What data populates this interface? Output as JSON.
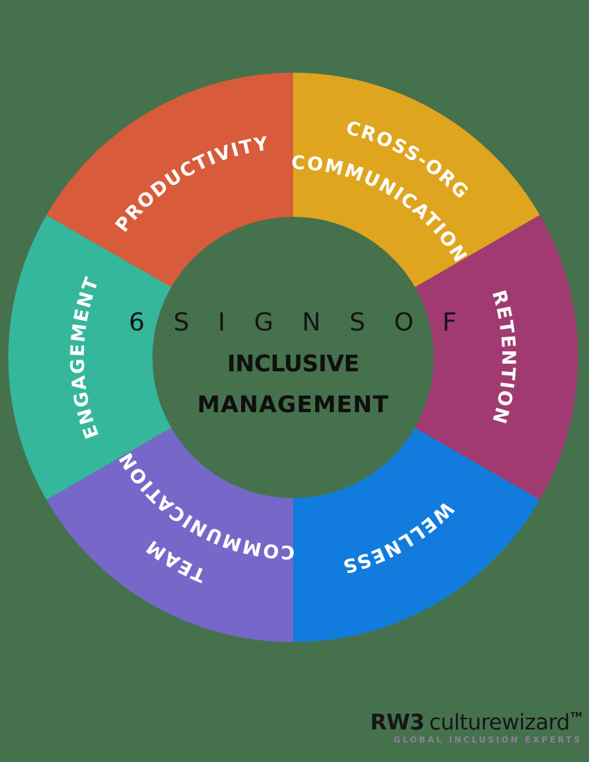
{
  "background_color": "#46714D",
  "chart_data": {
    "type": "pie",
    "subtype": "donut",
    "title": "6 SIGNS OF INCLUSIVE MANAGEMENT",
    "center_lines": [
      "6 S I G N S   O F",
      "INCLUSIVE",
      "MANAGEMENT"
    ],
    "legend_position": "labels-on-slices",
    "categories": [
      "CROSS-ORG COMMUNICATION",
      "RETENTION",
      "WELLNESS",
      "TEAM COMMUNICATION",
      "ENGAGEMENT",
      "PRODUCTIVITY"
    ],
    "values": [
      1,
      1,
      1,
      1,
      1,
      1
    ],
    "segments": [
      {
        "label": "CROSS-ORG COMMUNICATION",
        "lines": [
          "CROSS-ORG",
          "COMMUNICATION"
        ],
        "color": "#DFA51E",
        "value": 1
      },
      {
        "label": "RETENTION",
        "lines": [
          "RETENTION"
        ],
        "color": "#A23A72",
        "value": 1
      },
      {
        "label": "WELLNESS",
        "lines": [
          "WELLNESS"
        ],
        "color": "#117CDD",
        "value": 1
      },
      {
        "label": "TEAM COMMUNICATION",
        "lines": [
          "TEAM",
          "COMMUNICATION"
        ],
        "color": "#7667C8",
        "value": 1
      },
      {
        "label": "ENGAGEMENT",
        "lines": [
          "ENGAGEMENT"
        ],
        "color": "#35B79B",
        "value": 1
      },
      {
        "label": "PRODUCTIVITY",
        "lines": [
          "PRODUCTIVITY"
        ],
        "color": "#D85B3B",
        "value": 1
      }
    ],
    "label_text_color": "#FFFFFF",
    "center_text_color": "#0F0F0F"
  },
  "logo": {
    "brand_bold": "RW3",
    "brand_light": "culturewizard",
    "trademark": "TM",
    "tagline": "GLOBAL INCLUSION EXPERTS",
    "brand_color": "#171717",
    "tagline_color": "#8B8292"
  }
}
